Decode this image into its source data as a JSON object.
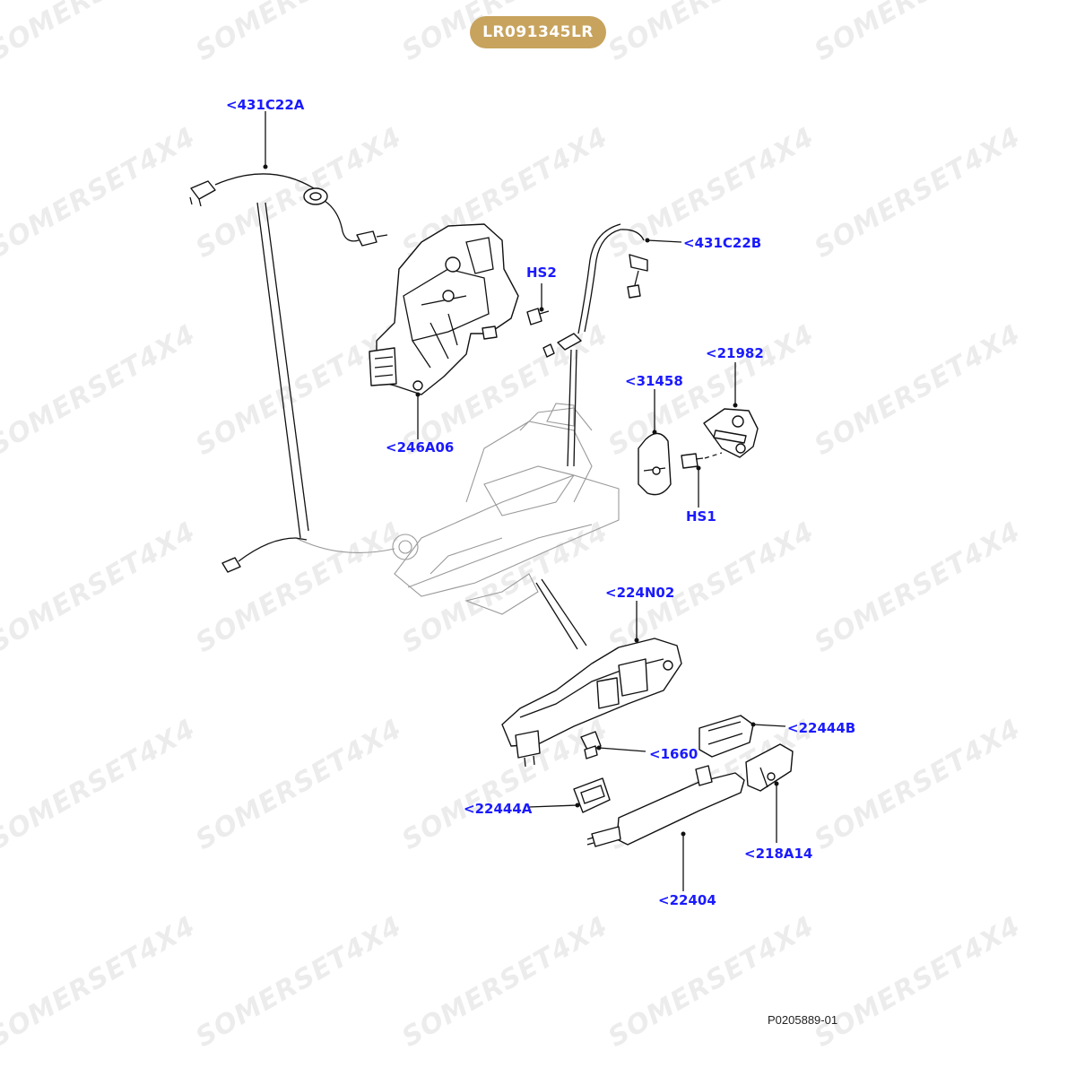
{
  "part_number": "LR091345LR",
  "figure_reference": "P0205889-01",
  "watermark": "SOMERSET4X4",
  "colors": {
    "badge": "#c7a35d",
    "callout_text": "#1a1aff",
    "line_art": "#111111"
  },
  "callouts": [
    {
      "id": "431c22a",
      "label": "<431C22A"
    },
    {
      "id": "431c22b",
      "label": "<431C22B"
    },
    {
      "id": "hs2",
      "label": "HS2"
    },
    {
      "id": "246a06",
      "label": "<246A06"
    },
    {
      "id": "31458",
      "label": "<31458"
    },
    {
      "id": "21982",
      "label": "<21982"
    },
    {
      "id": "hs1",
      "label": "HS1"
    },
    {
      "id": "224n02",
      "label": "<224N02"
    },
    {
      "id": "22444b",
      "label": "<22444B"
    },
    {
      "id": "1660",
      "label": "<1660"
    },
    {
      "id": "22444a",
      "label": "<22444A"
    },
    {
      "id": "218a14",
      "label": "<218A14"
    },
    {
      "id": "22404",
      "label": "<22404"
    }
  ]
}
